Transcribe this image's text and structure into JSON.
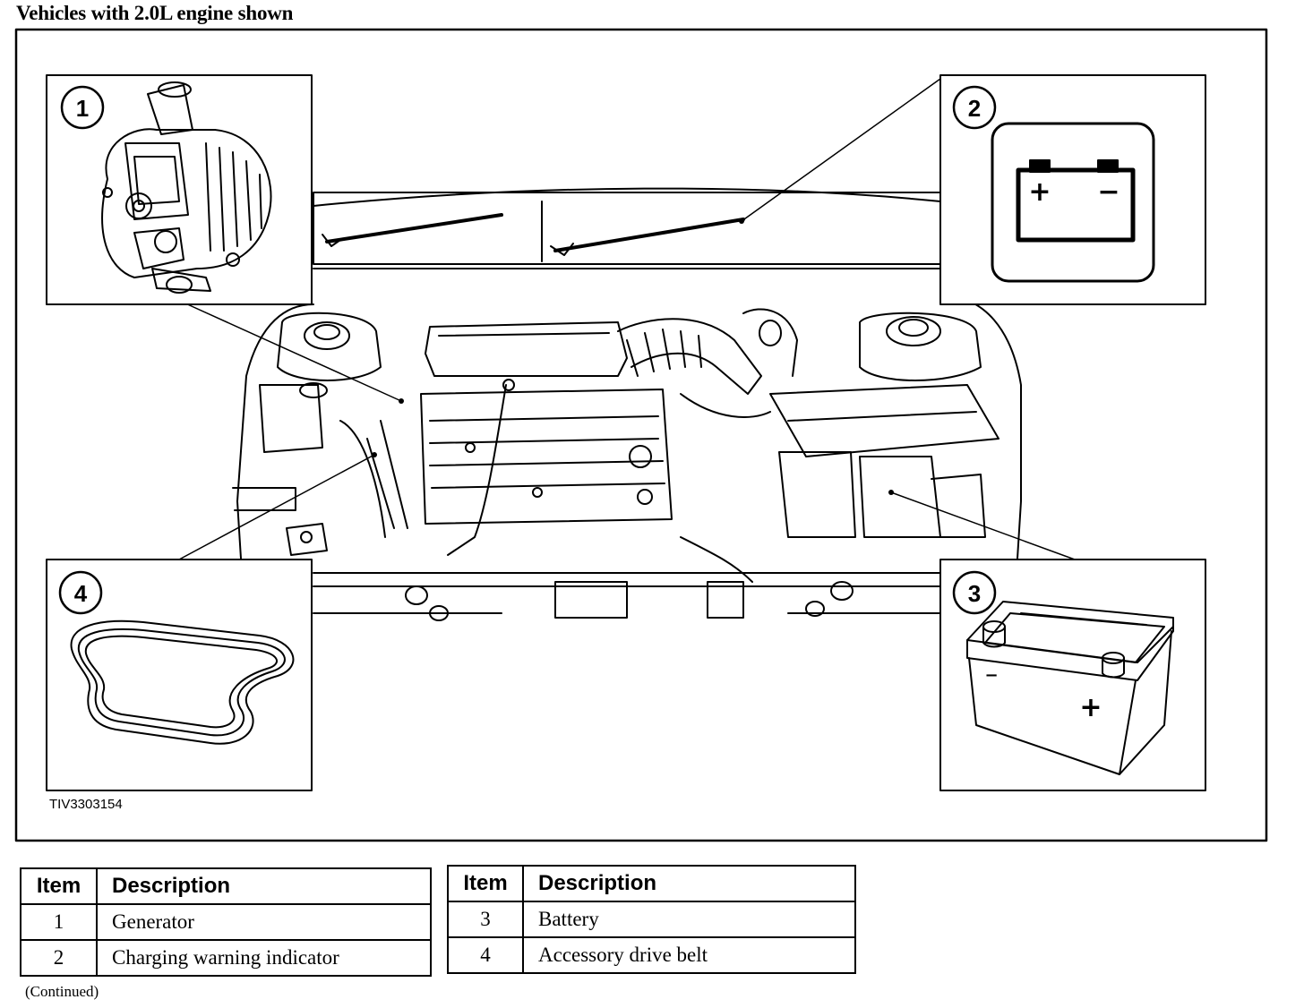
{
  "heading": "Vehicles with 2.0L engine shown",
  "figure_id": "TIV3303154",
  "callouts": [
    {
      "number": "1",
      "name": "generator"
    },
    {
      "number": "2",
      "name": "charging-warning-indicator"
    },
    {
      "number": "3",
      "name": "battery"
    },
    {
      "number": "4",
      "name": "accessory-drive-belt"
    }
  ],
  "indicator_symbols": {
    "plus": "+",
    "minus": "−"
  },
  "battery_symbols": {
    "plus": "+",
    "minus": "−"
  },
  "table_left": {
    "headers": [
      "Item",
      "Description"
    ],
    "rows": [
      {
        "item": "1",
        "description": "Generator"
      },
      {
        "item": "2",
        "description": "Charging warning indicator"
      }
    ]
  },
  "table_right": {
    "headers": [
      "Item",
      "Description"
    ],
    "rows": [
      {
        "item": "3",
        "description": "Battery"
      },
      {
        "item": "4",
        "description": "Accessory drive belt"
      }
    ]
  },
  "continued": "(Continued)"
}
